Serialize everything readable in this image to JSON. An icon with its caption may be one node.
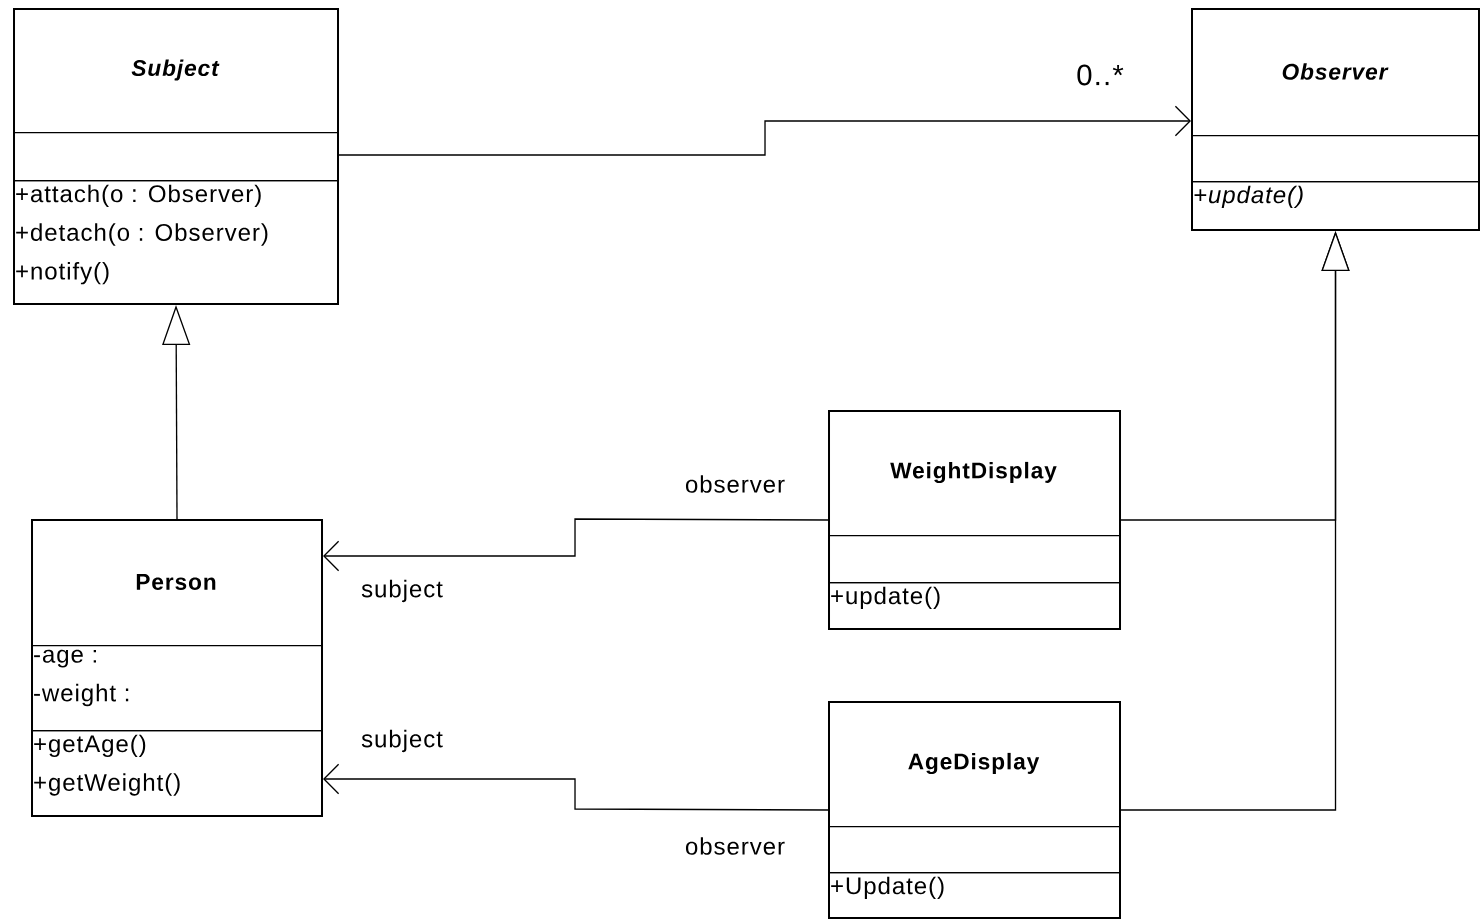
{
  "diagram": {
    "nodes": [
      {
        "text": [
          "Subject"
        ]
      },
      {
        "text": [],
        "shape": "box",
        "in": 0
      },
      {
        "text": [
          "+attach(o : Observer)",
          "+detach(o : Observer)",
          "+notify()"
        ],
        "in": 0
      },
      {
        "text": [
          "Observer"
        ]
      },
      {
        "text": [],
        "shape": "box",
        "in": 3
      },
      {
        "text": [
          "+update()"
        ],
        "in": 3
      },
      {
        "text": [
          "WeightDisplay"
        ],
        "beside": [
          "observer"
        ]
      },
      {
        "text": [],
        "shape": "box",
        "in": 6
      },
      {
        "text": [
          "+update()"
        ],
        "in": 6
      },
      {
        "text": [
          "Person"
        ]
      },
      {
        "text": [
          "-age :",
          "-weight :"
        ],
        "in": 9
      },
      {
        "text": [
          "+getAge()",
          "+getWeight()"
        ],
        "in": 9
      },
      {
        "text": [
          "AgeDisplay"
        ],
        "beside": [
          "observer"
        ]
      },
      {
        "text": [],
        "shape": "box",
        "in": 12
      },
      {
        "text": [
          "+Update()"
        ],
        "in": 12
      }
    ],
    "edges": [
      {
        "from": 0,
        "to": 3,
        "arrow": "to",
        "label": "0..*"
      },
      {
        "from": 9,
        "to": 0,
        "arrow": "to"
      },
      {
        "from": 6,
        "to": 3,
        "arrow": "to"
      },
      {
        "from": 12,
        "to": 3,
        "arrow": "to"
      },
      {
        "from": 6,
        "to": 9,
        "arrow": "to",
        "label": "subject"
      },
      {
        "from": 12,
        "to": 9,
        "arrow": "to",
        "label": "subject"
      }
    ]
  }
}
